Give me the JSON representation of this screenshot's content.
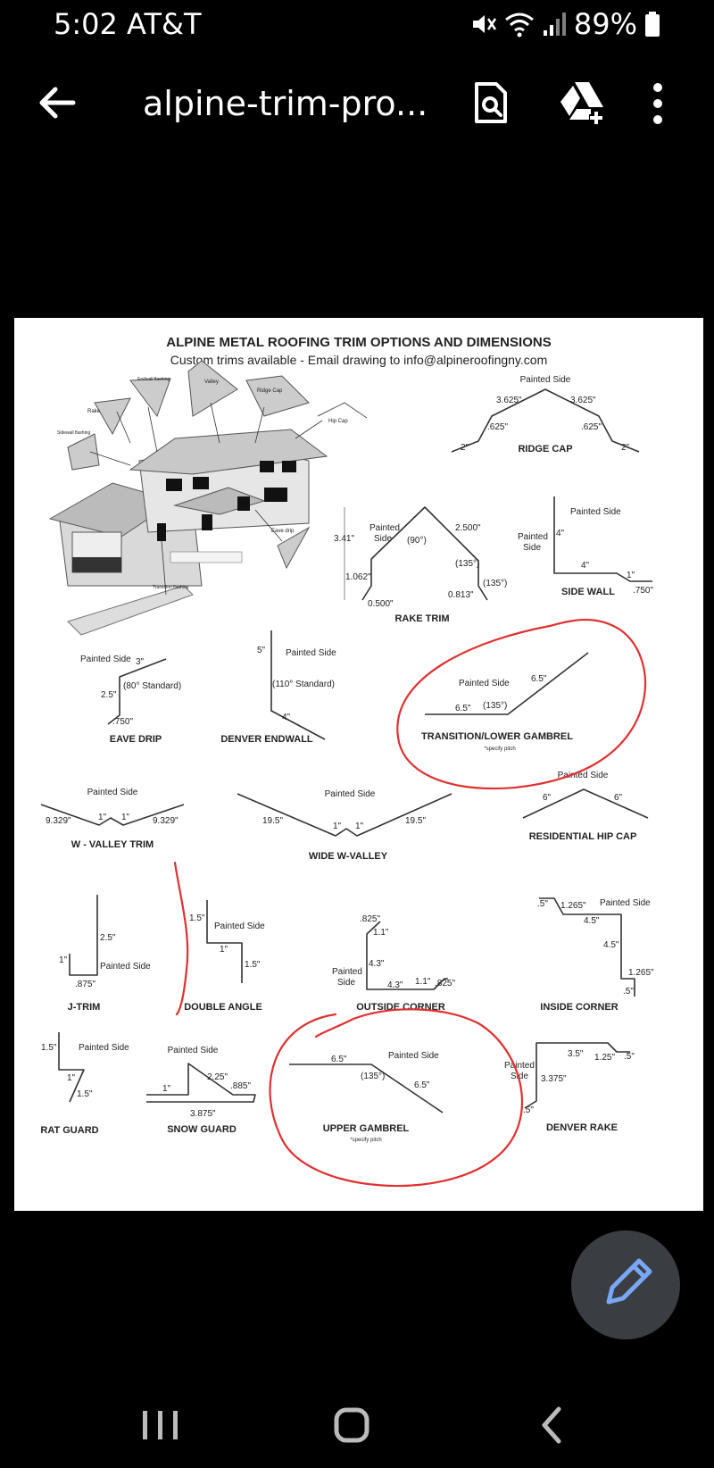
{
  "status_bar": {
    "time": "5:02 AT&T",
    "battery": "89%",
    "icons": [
      "mute-icon",
      "wifi-icon",
      "signal-icon",
      "battery-icon"
    ]
  },
  "app_bar": {
    "title": "alpine-trim-pro...",
    "icons": [
      "back-arrow-icon",
      "find-in-document-icon",
      "add-to-drive-icon",
      "more-options-icon"
    ]
  },
  "document": {
    "title": "ALPINE METAL ROOFING TRIM OPTIONS AND DIMENSIONS",
    "subtitle": "Custom trims available -  Email drawing to info@alpineroofingny.com",
    "house_labels": {
      "rake": "Rake",
      "endwall": "Endwall flashing",
      "valley": "Valley",
      "ridge_cap": "Ridge Cap",
      "hip_cap": "Hip Cap",
      "sidewall": "Sidewall flashing",
      "eave_drip": "Eave drip",
      "transition": "Transition flashing"
    },
    "painted_side": "Painted Side",
    "painted": "Painted",
    "side": "Side",
    "trims": {
      "ridge_cap": {
        "name": "RIDGE CAP",
        "d1": "3.625\"",
        "d2": "3.625\"",
        "d3": ".625\"",
        "d4": ".625\"",
        "d5": "2\"",
        "d6": "2\""
      },
      "rake_trim": {
        "name": "RAKE TRIM",
        "h": "3.41\"",
        "top": "2.500\"",
        "angle": "(90°)",
        "a1": "(135°)",
        "a2": "(135°)",
        "d1": "1.062\"",
        "d2": "0.500\"",
        "d3": "0.813\""
      },
      "side_wall": {
        "name": "SIDE WALL",
        "d1": "4\"",
        "d2": "4\"",
        "d3": "1\"",
        "d4": ".750\""
      },
      "eave_drip": {
        "name": "EAVE DRIP",
        "d1": "3\"",
        "d2": "2.5\"",
        "d3": ".750\"",
        "angle": "(80° Standard)"
      },
      "denver_endwall": {
        "name": "DENVER ENDWALL",
        "d1": "5\"",
        "d2": "4\"",
        "angle": "(110° Standard)"
      },
      "transition": {
        "name": "TRANSITION/LOWER GAMBREL",
        "note": "*specify pitch",
        "d1": "6.5\"",
        "d2": "6.5\"",
        "angle": "(135°)"
      },
      "w_valley": {
        "name": "W - VALLEY TRIM",
        "d1": "9.329\"",
        "d2": "1\"",
        "d3": "1\"",
        "d4": "9.329\""
      },
      "wide_w_valley": {
        "name": "WIDE W-VALLEY",
        "d1": "19.5\"",
        "d2": "1\"",
        "d3": "1\"",
        "d4": "19.5\""
      },
      "hip_cap": {
        "name": "RESIDENTIAL HIP CAP",
        "d1": "6\"",
        "d2": "6\""
      },
      "j_trim": {
        "name": "J-TRIM",
        "d1": "2.5\"",
        "d2": "1\"",
        "d3": ".875\""
      },
      "double_angle": {
        "name": "DOUBLE ANGLE",
        "d1": "1.5\"",
        "d2": "1\"",
        "d3": "1.5\""
      },
      "outside_corner": {
        "name": "OUTSIDE CORNER",
        "d1": ".825\"",
        "d2": "1.1\"",
        "d3": "4.3\"",
        "d4": "4.3\"",
        "d5": "1.1\"",
        "d6": ".825\""
      },
      "inside_corner": {
        "name": "INSIDE CORNER",
        "d1": ".5\"",
        "d2": "1.265\"",
        "d3": "4.5\"",
        "d4": "4.5\"",
        "d5": "1.265\"",
        "d6": ".5\""
      },
      "rat_guard": {
        "name": "RAT GUARD",
        "d1": "1.5\"",
        "d2": "1\"",
        "d3": "1.5\""
      },
      "snow_guard": {
        "name": "SNOW GUARD",
        "d1": "2.25\"",
        "d2": "1\"",
        "d3": ".885\"",
        "d4": "3.875\""
      },
      "upper_gambrel": {
        "name": "UPPER GAMBREL",
        "note": "*specify pitch",
        "d1": "6.5\"",
        "d2": "6.5\"",
        "angle": "(135°)"
      },
      "denver_rake": {
        "name": "DENVER RAKE",
        "d1": "3.5\"",
        "d2": "1.25\"",
        "d3": ".5\"",
        "d4": "3.375\"",
        "d5": ".5\""
      }
    }
  },
  "fab": {
    "icon": "pencil-edit-icon"
  },
  "nav_bar": {
    "icons": [
      "recent-apps-icon",
      "home-icon",
      "back-icon"
    ]
  },
  "colors": {
    "annotation_red": "#e03030",
    "fab": "#3a3d42",
    "fab_icon": "#7aa7f5"
  }
}
